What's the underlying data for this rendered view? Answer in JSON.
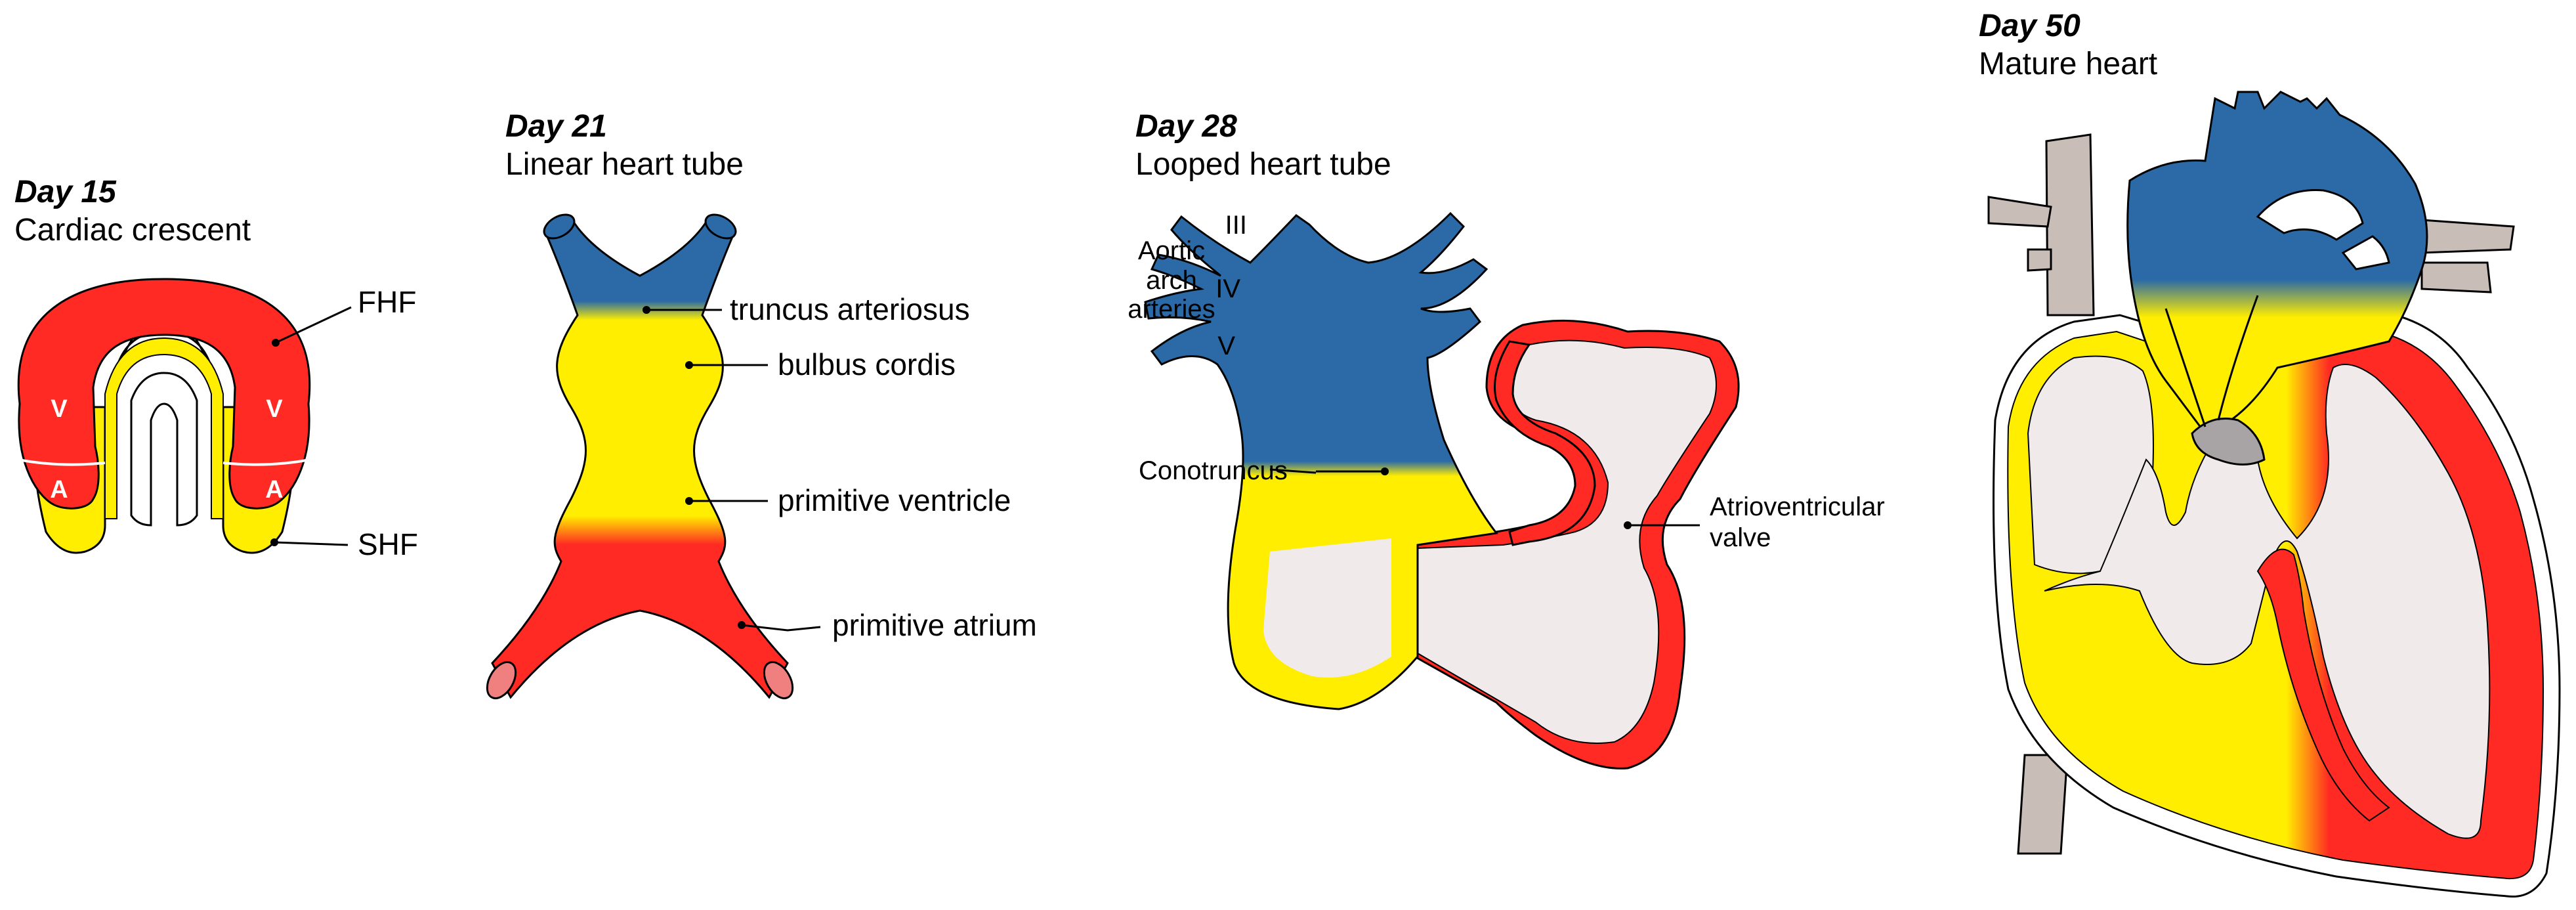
{
  "colors": {
    "red": "#FF2A23",
    "yellow": "#FFEE00",
    "blue": "#2B6AA6",
    "pale": "#F0EAEA",
    "grey": "#C9BDB8",
    "pink": "#F08080"
  },
  "panels": {
    "day15": {
      "day": "Day 15",
      "stage": "Cardiac crescent",
      "labels": {
        "fhf": "FHF",
        "shf": "SHF",
        "v_left": "V",
        "v_right": "V",
        "a_left": "A",
        "a_right": "A"
      }
    },
    "day21": {
      "day": "Day 21",
      "stage": "Linear heart tube",
      "labels": {
        "truncus": "truncus arteriosus",
        "bulbus": "bulbus cordis",
        "ventricle": "primitive ventricle",
        "atrium": "primitive atrium"
      }
    },
    "day28": {
      "day": "Day 28",
      "stage": "Looped heart tube",
      "labels": {
        "iii": "III",
        "iv": "IV",
        "v": "V",
        "aortic_1": "Aortic",
        "aortic_2": "arch",
        "aortic_3": "arteries",
        "conotruncus": "Conotruncus",
        "av_1": "Atrioventricular",
        "av_2": "valve"
      }
    },
    "day50": {
      "day": "Day 50",
      "stage": "Mature heart"
    }
  }
}
